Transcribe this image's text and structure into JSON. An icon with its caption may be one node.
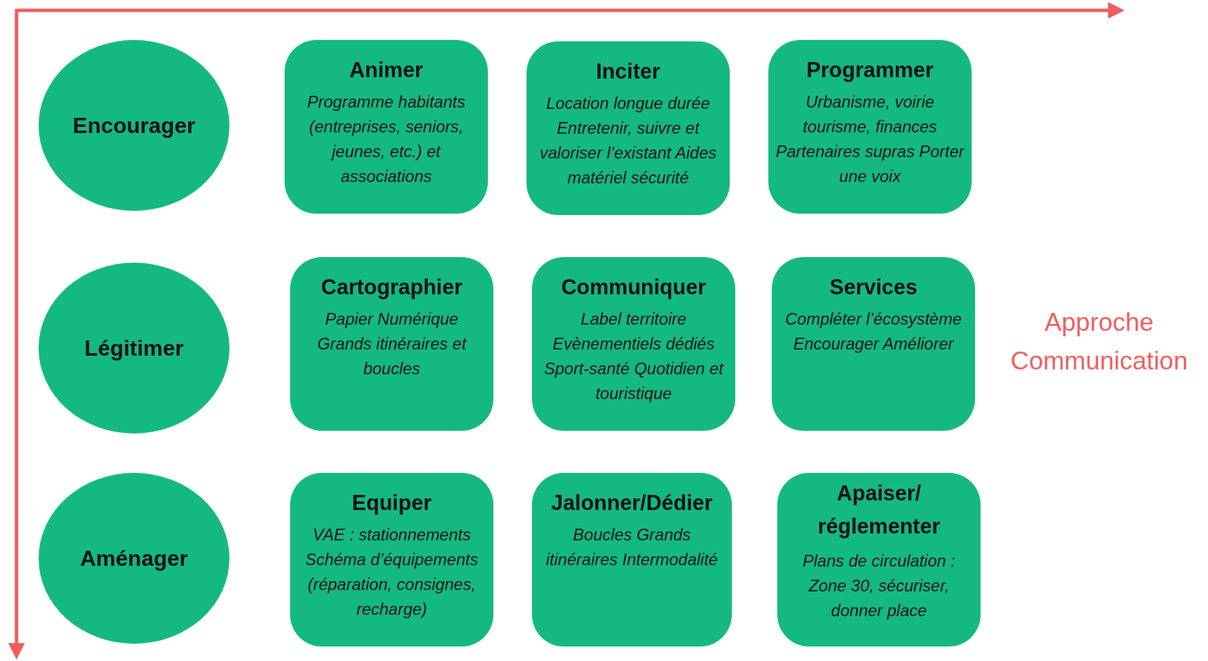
{
  "diagram": {
    "nodes": [
      {
        "text": [
          "Encourager"
        ]
      },
      {
        "text": [
          "Animer",
          "Programme habitants (entreprises, seniors, jeunes, etc.) et associations"
        ]
      },
      {
        "text": [
          "Inciter",
          "Location longue durée Entretenir, suivre et valoriser l’existant Aides matériel sécurité"
        ]
      },
      {
        "text": [
          "Programmer",
          "Urbanisme, voirie tourisme, finances Partenaires supras Porter une voix"
        ]
      },
      {
        "text": [
          "Légitimer"
        ]
      },
      {
        "text": [
          "Cartographier",
          "Papier Numérique Grands itinéraires et boucles"
        ]
      },
      {
        "text": [
          "Communiquer",
          "Label territoire Evènementiels dédiés Sport-santé Quotidien et touristique"
        ]
      },
      {
        "text": [
          "Services",
          "Compléter l’écosystème Encourager Améliorer"
        ]
      },
      {
        "text": [
          "Aménager"
        ]
      },
      {
        "text": [
          "Equiper",
          "VAE : stationnements Schéma d’équipements (réparation, consignes, recharge)"
        ]
      },
      {
        "text": [
          "Jalonner/Dédier",
          "Boucles Grands itinéraires Intermodalité"
        ]
      },
      {
        "text": [
          "Apaiser/ réglementer",
          "Plans de circulation : Zone 30, sécuriser, donner place"
        ]
      }
    ],
    "edges": [],
    "labels": [
      "Approche Communication"
    ]
  }
}
